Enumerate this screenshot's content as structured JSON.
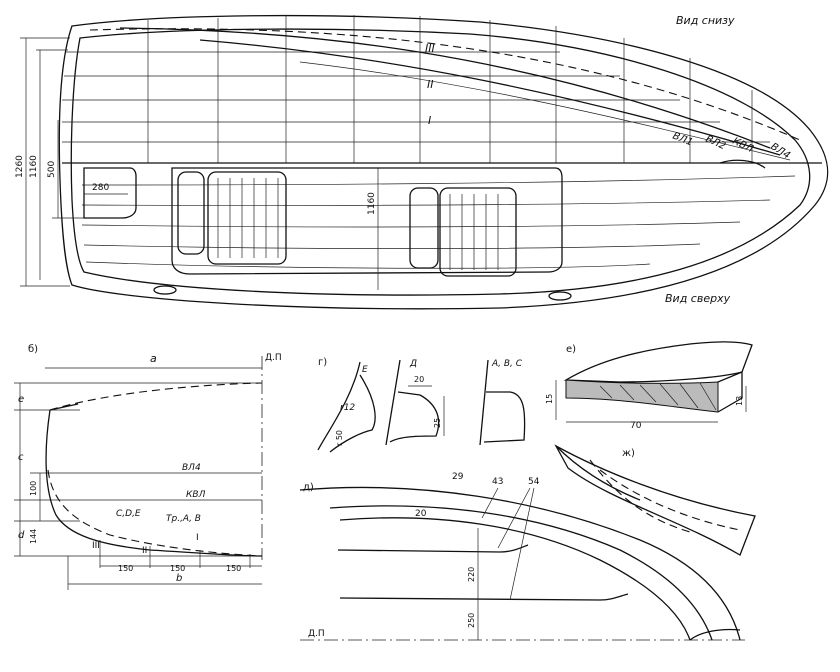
{
  "top_view": {
    "label_bottom_view": "Вид снизу",
    "label_top_view": "Вид сверху",
    "chines": [
      "III",
      "II",
      "I"
    ],
    "waterlines": [
      "ВЛ1",
      "ВЛ2",
      "КВЛ",
      "ВЛ4"
    ],
    "dims": {
      "d1260": "1260",
      "d1160": "1160",
      "d500": "500",
      "d280": "280",
      "d1160b": "1160"
    }
  },
  "section_b": {
    "panel_label": "б)",
    "a": "a",
    "dp": "Д.П",
    "e": "e",
    "c": "c",
    "d": "d",
    "b": "b",
    "vl4": "ВЛ4",
    "kvl": "КВЛ",
    "d100": "100",
    "d144": "144",
    "cde": "C,D,E",
    "trab": "Тр.,А, В",
    "chines": [
      "III",
      "II",
      "I"
    ],
    "spacings": [
      "150",
      "150",
      "150"
    ]
  },
  "section_g": {
    "panel_label": "г)",
    "e": "E",
    "r12": "r12",
    "r50": "r 50",
    "d": "Д",
    "d20": "20",
    "d25": "25",
    "abc": "А, В, С"
  },
  "section_e": {
    "panel_label": "е)",
    "d15": "15",
    "d13": "13",
    "d70": "70"
  },
  "section_zh": {
    "panel_label": "ж)"
  },
  "section_d": {
    "panel_label": "д)",
    "d29": "29",
    "d20": "20",
    "d43": "43",
    "d54": "54",
    "d220": "220",
    "d250": "250",
    "dp": "Д.П"
  }
}
